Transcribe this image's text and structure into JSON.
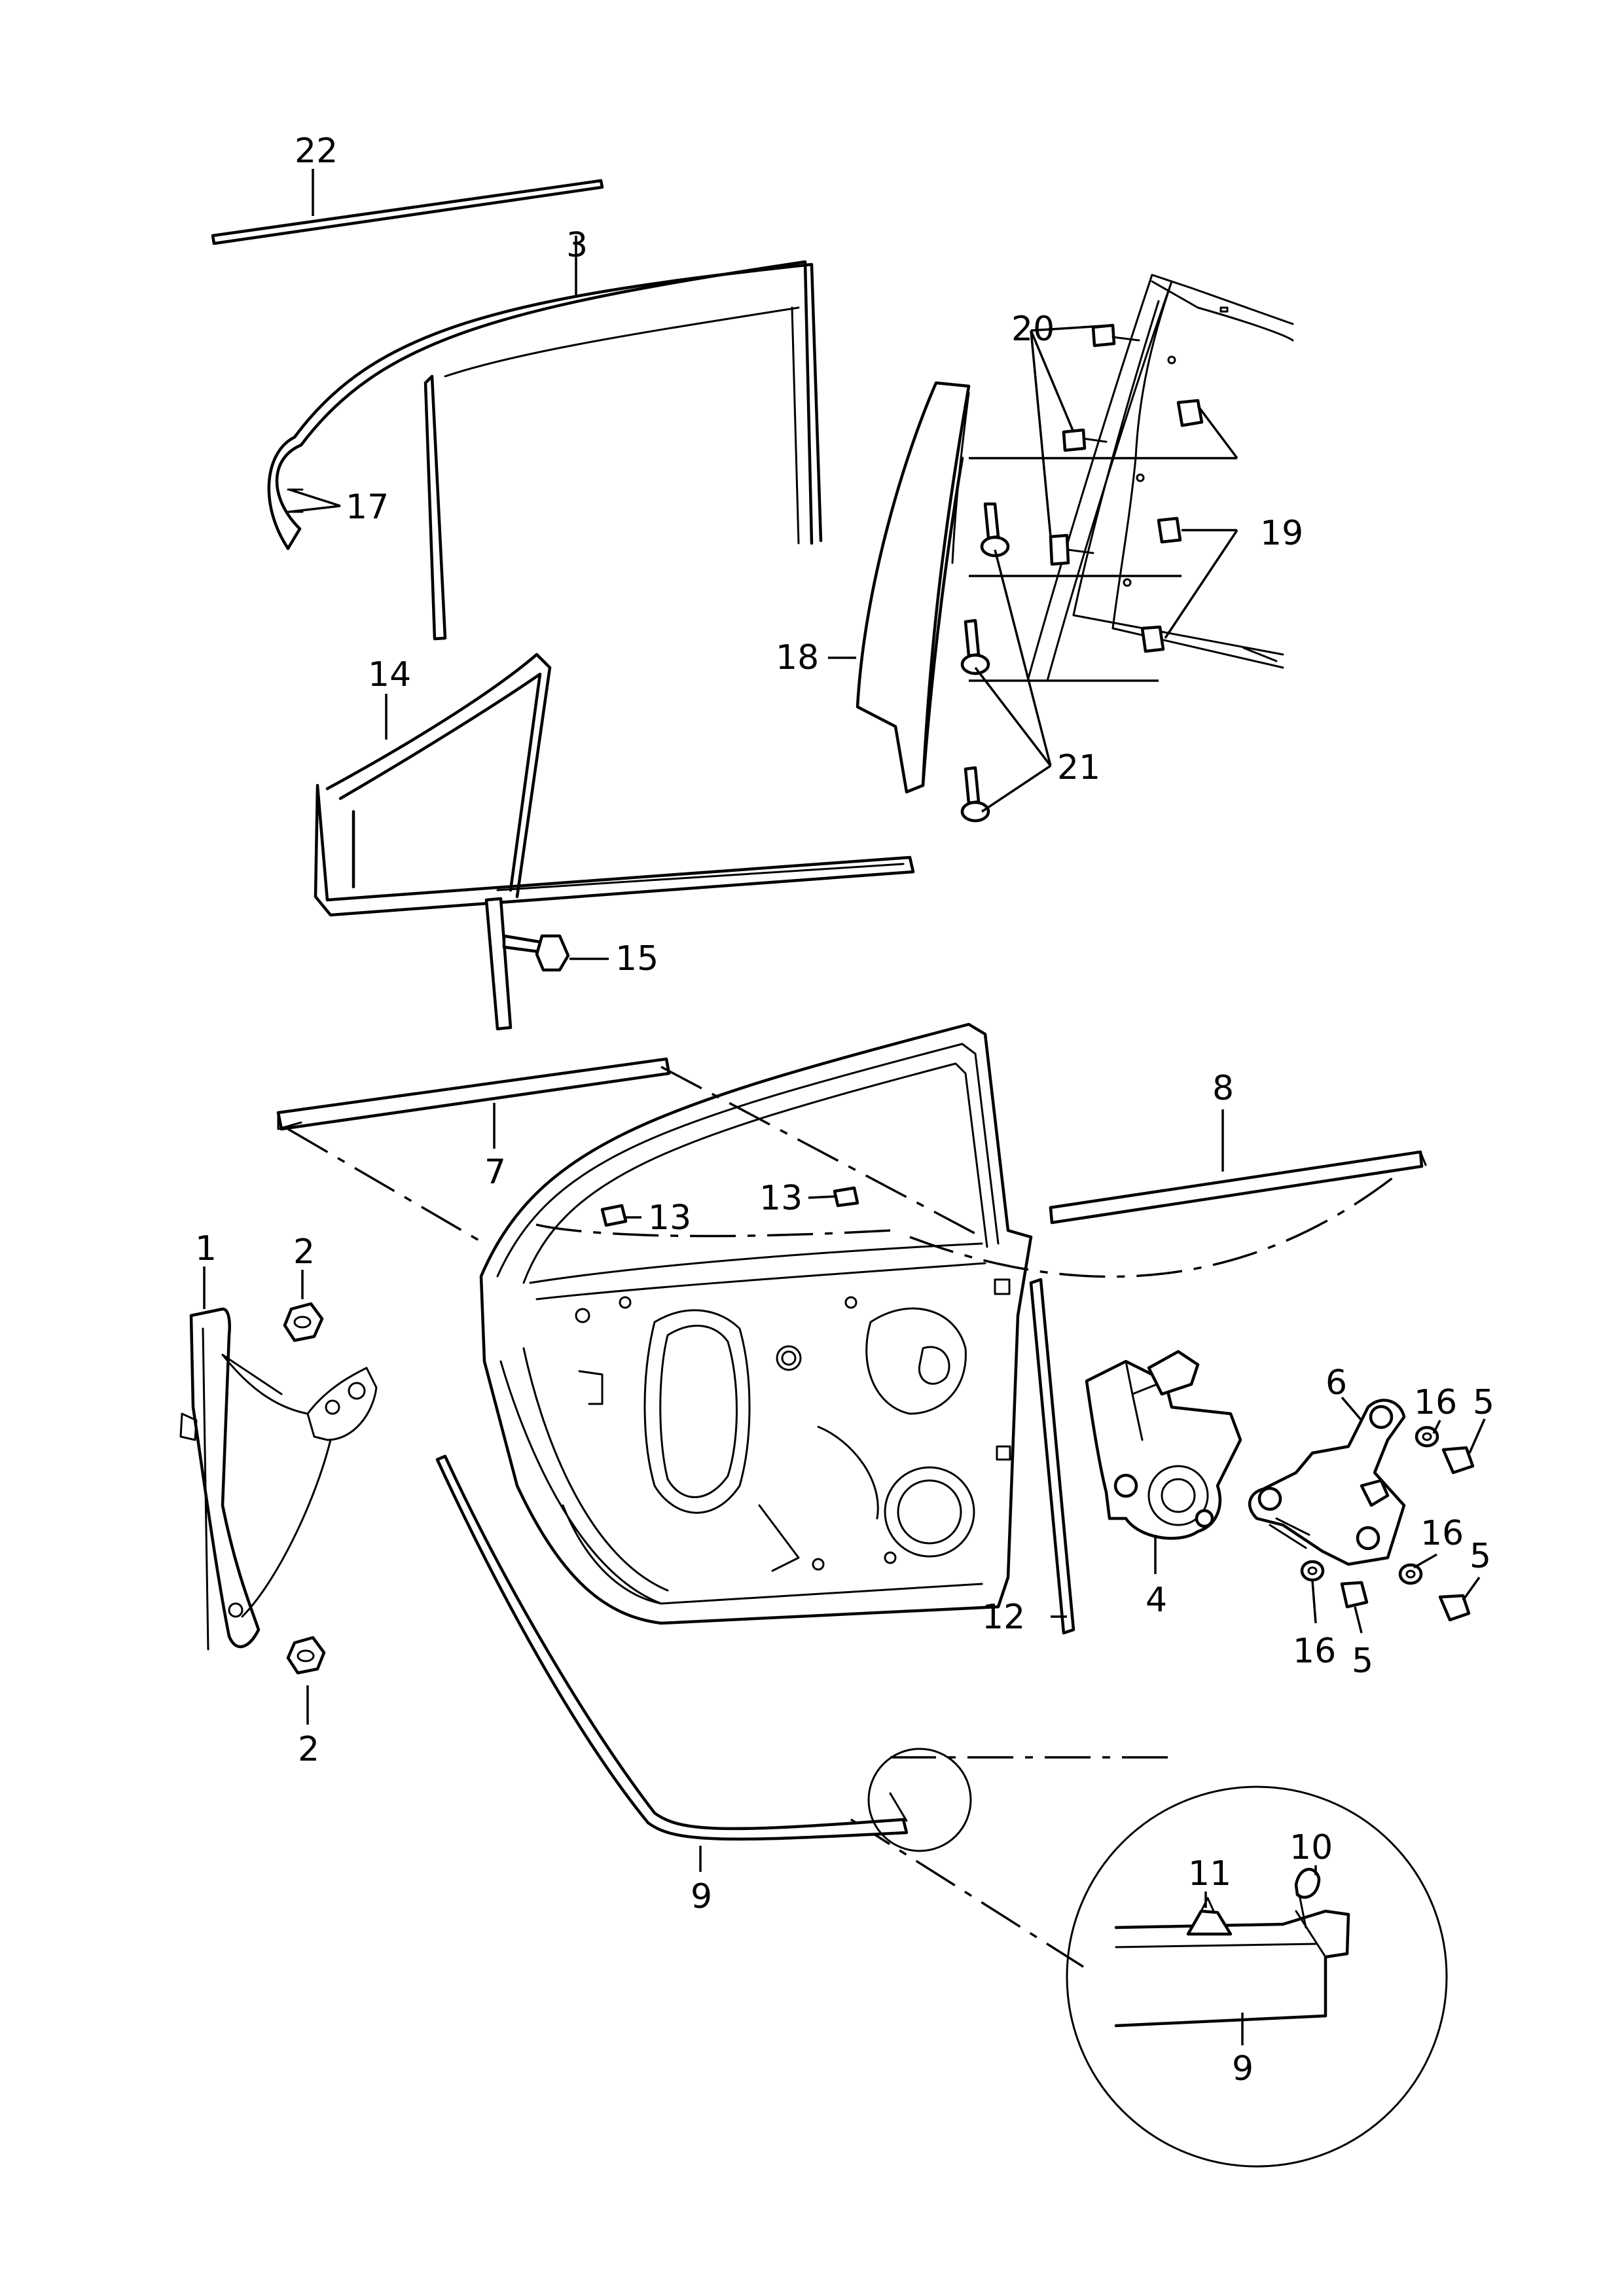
{
  "callouts": {
    "c1": "1",
    "c2a": "2",
    "c2b": "2",
    "c3": "3",
    "c4": "4",
    "c5a": "5",
    "c5b": "5",
    "c5c": "5",
    "c6": "6",
    "c7": "7",
    "c8": "8",
    "c9a": "9",
    "c9b": "9",
    "c10": "10",
    "c11": "11",
    "c12": "12",
    "c13a": "13",
    "c13b": "13",
    "c14": "14",
    "c15": "15",
    "c16a": "16",
    "c16b": "16",
    "c16c": "16",
    "c17": "17",
    "c18": "18",
    "c19": "19",
    "c20": "20",
    "c21": "21",
    "c22": "22"
  }
}
